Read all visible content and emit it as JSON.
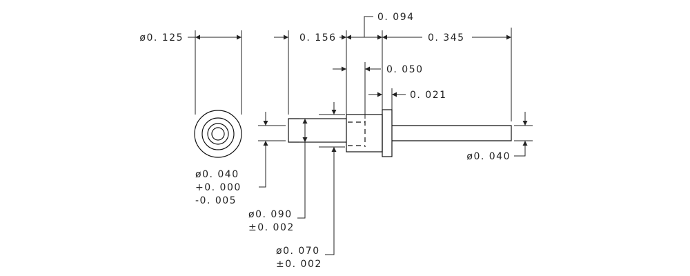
{
  "dimensions": {
    "head_diameter": "ø0. 125",
    "tail_length": "0. 156",
    "flange_offset": "0. 094",
    "pin_length": "0. 345",
    "socket_depth": "0. 050",
    "flange_thickness": "0. 021",
    "pin_diameter": "ø0. 040",
    "socket_diameter": {
      "nominal": "ø0. 040",
      "upper_tol": "+0. 000",
      "lower_tol": "-0. 005"
    },
    "body_diameter": {
      "nominal": "ø0. 090",
      "tol": "±0. 002"
    },
    "tail_diameter": {
      "nominal": "ø0. 070",
      "tol": "±0. 002"
    }
  }
}
